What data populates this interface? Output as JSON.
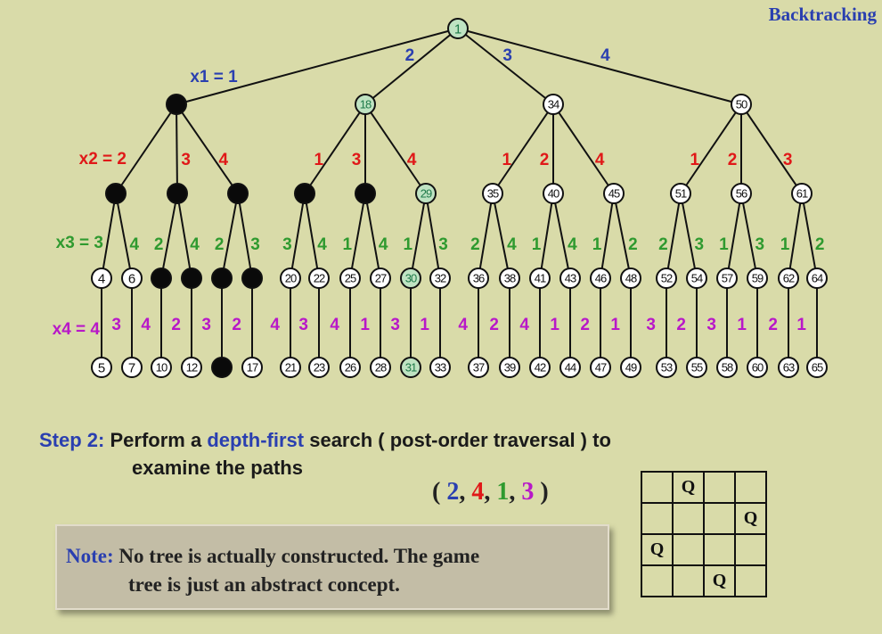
{
  "title": "Backtracking",
  "colors": {
    "blue": "#2a3fb0",
    "red": "#e01818",
    "green": "#2f9a2f",
    "magenta": "#b818c8",
    "pruned": "#0a0a0a",
    "highlight": "#bfe3c2"
  },
  "tree": {
    "root": "1",
    "level1": [
      {
        "num": "",
        "pruned": true,
        "edge": "x1 = 1"
      },
      {
        "num": "18",
        "pruned": false,
        "hl": true,
        "edge": "2"
      },
      {
        "num": "34",
        "pruned": false,
        "edge": "3"
      },
      {
        "num": "50",
        "pruned": false,
        "edge": "4"
      }
    ],
    "level2": [
      {
        "num": "",
        "pruned": true,
        "edge": "x2 = 2"
      },
      {
        "num": "",
        "pruned": true,
        "edge": "3"
      },
      {
        "num": "",
        "pruned": true,
        "edge": "4"
      },
      {
        "num": "",
        "pruned": true,
        "edge": "1"
      },
      {
        "num": "",
        "pruned": true,
        "edge": "3"
      },
      {
        "num": "29",
        "pruned": false,
        "hl": true,
        "edge": "4"
      },
      {
        "num": "35",
        "pruned": false,
        "edge": "1"
      },
      {
        "num": "40",
        "pruned": false,
        "edge": "2"
      },
      {
        "num": "45",
        "pruned": false,
        "edge": "4"
      },
      {
        "num": "51",
        "pruned": false,
        "edge": "1"
      },
      {
        "num": "56",
        "pruned": false,
        "edge": "2"
      },
      {
        "num": "61",
        "pruned": false,
        "edge": "3"
      }
    ],
    "level3": [
      {
        "num": "4",
        "pruned": false,
        "edge": "x3 = 3"
      },
      {
        "num": "6",
        "pruned": false,
        "edge": "4"
      },
      {
        "num": "",
        "pruned": true,
        "edge": "2"
      },
      {
        "num": "",
        "pruned": true,
        "edge": "4"
      },
      {
        "num": "",
        "pruned": true,
        "edge": "2"
      },
      {
        "num": "",
        "pruned": true,
        "edge": "3"
      },
      {
        "num": "20",
        "pruned": false,
        "edge": "3"
      },
      {
        "num": "22",
        "pruned": false,
        "edge": "4"
      },
      {
        "num": "25",
        "pruned": false,
        "edge": "1"
      },
      {
        "num": "27",
        "pruned": false,
        "edge": "4"
      },
      {
        "num": "30",
        "pruned": false,
        "hl": true,
        "edge": "1"
      },
      {
        "num": "32",
        "pruned": false,
        "edge": "3"
      },
      {
        "num": "36",
        "pruned": false,
        "edge": "2"
      },
      {
        "num": "38",
        "pruned": false,
        "edge": "4"
      },
      {
        "num": "41",
        "pruned": false,
        "edge": "1"
      },
      {
        "num": "43",
        "pruned": false,
        "edge": "4"
      },
      {
        "num": "46",
        "pruned": false,
        "edge": "1"
      },
      {
        "num": "48",
        "pruned": false,
        "edge": "2"
      },
      {
        "num": "52",
        "pruned": false,
        "edge": "2"
      },
      {
        "num": "54",
        "pruned": false,
        "edge": "3"
      },
      {
        "num": "57",
        "pruned": false,
        "edge": "1"
      },
      {
        "num": "59",
        "pruned": false,
        "edge": "3"
      },
      {
        "num": "62",
        "pruned": false,
        "edge": "1"
      },
      {
        "num": "64",
        "pruned": false,
        "edge": "2"
      }
    ],
    "level4": [
      {
        "num": "5",
        "pruned": false,
        "edge": "x4 = 4"
      },
      {
        "num": "7",
        "pruned": false,
        "edge": "3"
      },
      {
        "num": "10",
        "pruned": false,
        "edge": "4"
      },
      {
        "num": "12",
        "pruned": false,
        "edge": "2"
      },
      {
        "num": "",
        "pruned": true,
        "edge": "3"
      },
      {
        "num": "17",
        "pruned": false,
        "edge": "2"
      },
      {
        "num": "21",
        "pruned": false,
        "edge": "4"
      },
      {
        "num": "23",
        "pruned": false,
        "edge": "3"
      },
      {
        "num": "26",
        "pruned": false,
        "edge": "4"
      },
      {
        "num": "28",
        "pruned": false,
        "edge": "1"
      },
      {
        "num": "31",
        "pruned": false,
        "hl": true,
        "edge": "3"
      },
      {
        "num": "33",
        "pruned": false,
        "edge": "1"
      },
      {
        "num": "37",
        "pruned": false,
        "edge": "4"
      },
      {
        "num": "39",
        "pruned": false,
        "edge": "2"
      },
      {
        "num": "42",
        "pruned": false,
        "edge": "4"
      },
      {
        "num": "44",
        "pruned": false,
        "edge": "1"
      },
      {
        "num": "47",
        "pruned": false,
        "edge": "2"
      },
      {
        "num": "49",
        "pruned": false,
        "edge": "1"
      },
      {
        "num": "53",
        "pruned": false,
        "edge": "3"
      },
      {
        "num": "55",
        "pruned": false,
        "edge": "2"
      },
      {
        "num": "58",
        "pruned": false,
        "edge": "3"
      },
      {
        "num": "60",
        "pruned": false,
        "edge": "1"
      },
      {
        "num": "63",
        "pruned": false,
        "edge": "2"
      },
      {
        "num": "65",
        "pruned": false,
        "edge": "1"
      }
    ]
  },
  "step": {
    "label": "Step 2:",
    "text_a": "Perform a",
    "dfs": "depth-first",
    "text_b": "search ( post-order traversal ) to",
    "text_line2": "examine the paths"
  },
  "answer": {
    "open": "(",
    "v1": "2",
    "v2": "4",
    "v3": "1",
    "v4": "3",
    "sep": ",",
    "close": ")"
  },
  "note": {
    "label": "Note:",
    "line1": "No tree is actually constructed.  The game",
    "line2": "tree is just an abstract concept."
  },
  "board": [
    [
      "",
      "Q",
      "",
      ""
    ],
    [
      "",
      "",
      "",
      "Q"
    ],
    [
      "Q",
      "",
      "",
      ""
    ],
    [
      "",
      "",
      "Q",
      ""
    ]
  ]
}
